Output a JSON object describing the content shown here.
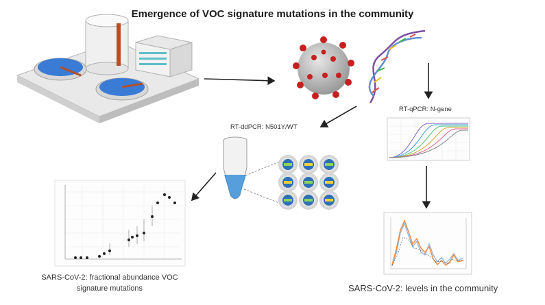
{
  "title": "Emergence of VOC signature mutations in the community",
  "labels": {
    "rt_qpcr": "RT-qPCR: N-gene",
    "rt_ddpcr": "RT-ddPCR: N501Y/WT",
    "left_caption_line1": "SARS-CoV-2: fractional abundance VOC",
    "left_caption_line2": "signature mutations",
    "right_caption": "SARS-CoV-2: levels in the community"
  },
  "colors": {
    "virus_spike": "#c62020",
    "virus_body": "#bfbfbf",
    "water_blue": "#3a7bd5",
    "tube_fluid": "#3b8fd8",
    "arrow": "#222222"
  },
  "icons": [
    "treatment-plant-icon",
    "virus-icon",
    "rna-helix-icon",
    "pcr-tube-icon",
    "droplet-wells-icon"
  ]
}
